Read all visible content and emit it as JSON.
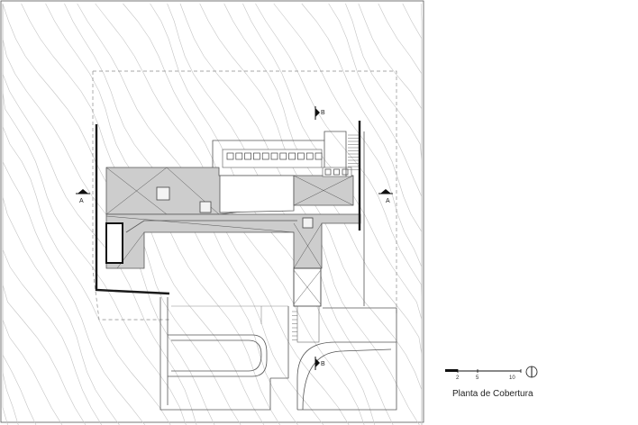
{
  "drawing": {
    "title": "Planta de Cobertura",
    "section_marks": {
      "a_left": "A",
      "a_right": "A",
      "b_top": "B",
      "b_bottom": "B"
    },
    "scale_bar": {
      "labels": [
        "2",
        "5",
        "10"
      ]
    }
  }
}
